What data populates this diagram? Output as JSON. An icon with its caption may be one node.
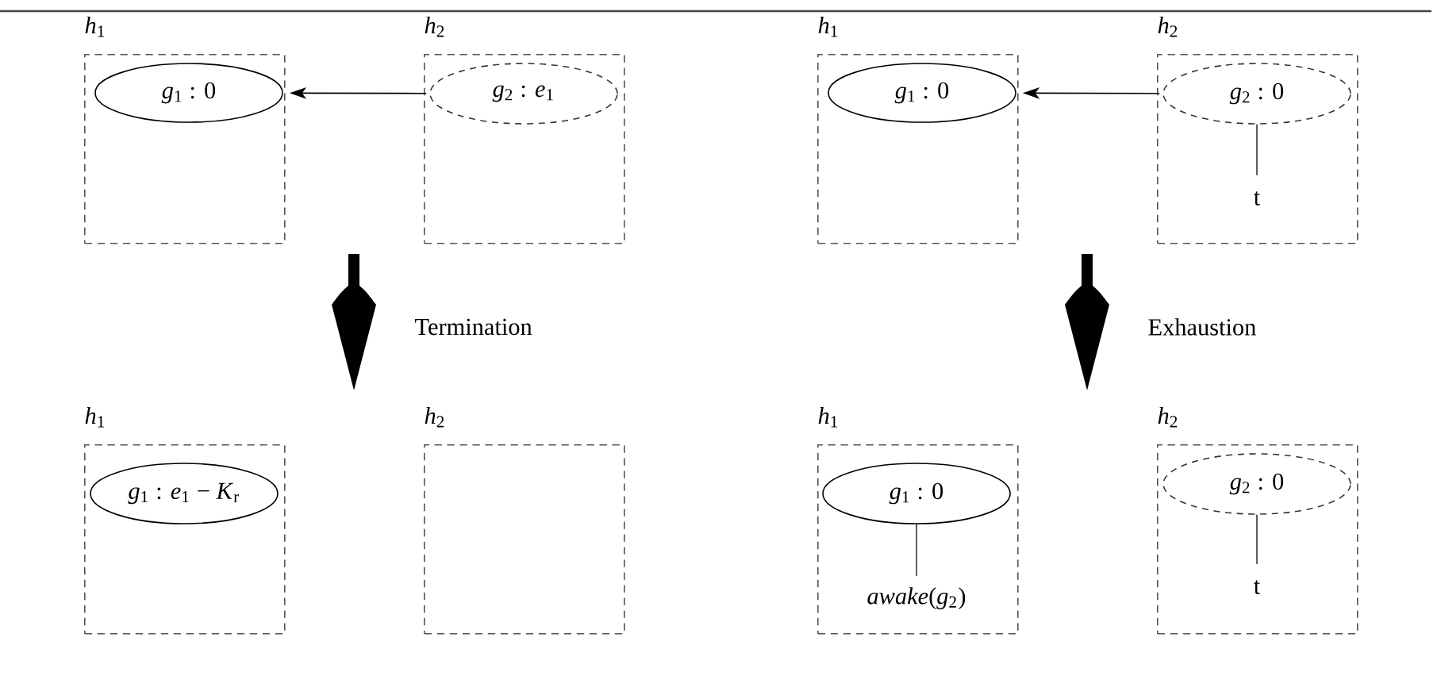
{
  "diagram": {
    "nodes": [
      {
        "text": [
          "*h*$_{1}$"
        ]
      },
      {
        "text": [
          "*g*$_{1}$ : 0"
        ],
        "in": 0
      },
      {
        "text": [
          "*h*$_{2}$"
        ]
      },
      {
        "text": [
          "*g*$_{2}$ : *e*$_{1}$"
        ],
        "in": 2
      },
      {
        "text": [
          "*h*$_{1}$"
        ]
      },
      {
        "text": [
          "*g*$_{1}$ : 0"
        ],
        "in": 4
      },
      {
        "text": [
          "*h*$_{2}$"
        ]
      },
      {
        "text": [
          "*g*$_{2}$ : 0"
        ],
        "in": 6
      },
      {
        "text": [
          "t"
        ],
        "in": 6
      },
      {
        "text": [
          "*h*$_{1}$"
        ]
      },
      {
        "text": [
          "*g*$_{1}$ : *e*$_{1}$ − *K*$_{r}$"
        ],
        "in": 9
      },
      {
        "text": [
          "*h*$_{2}$"
        ]
      },
      {
        "text": [
          "*h*$_{1}$"
        ]
      },
      {
        "text": [
          "*g*$_{1}$ : 0"
        ],
        "in": 12
      },
      {
        "text": [
          "*awake*(*g*$_{2}$)"
        ],
        "in": 12
      },
      {
        "text": [
          "*h*$_{2}$"
        ]
      },
      {
        "text": [
          "*g*$_{2}$ : 0"
        ],
        "in": 15
      },
      {
        "text": [
          "t"
        ],
        "in": 15
      }
    ],
    "edges": [
      {
        "from": 3,
        "to": 1,
        "arrow": "to"
      },
      {
        "from": 7,
        "to": 5,
        "arrow": "to"
      },
      {
        "from": 7,
        "to": 8,
        "arrow": "none"
      },
      {
        "from": 13,
        "to": 14,
        "arrow": "none"
      },
      {
        "from": 16,
        "to": 17,
        "arrow": "none"
      }
    ],
    "labels": [
      "Termination",
      "Exhaustion"
    ]
  }
}
